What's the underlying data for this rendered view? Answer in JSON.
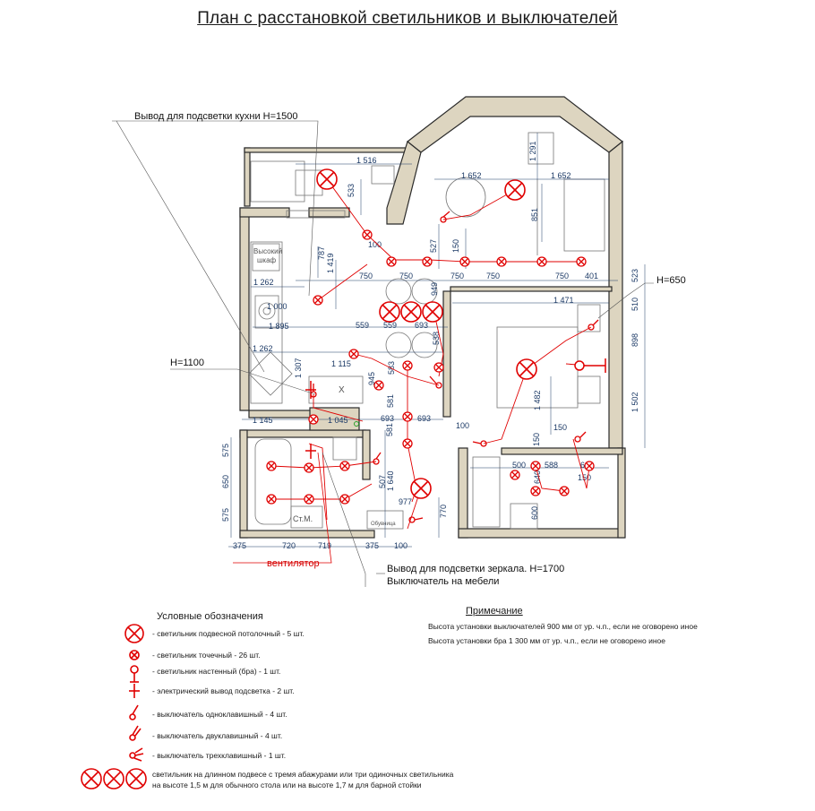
{
  "title": "План с расстановкой светильников и выключателей",
  "callouts": {
    "kitchen_light_output": "Вывод для подсветки кухни Н=1500",
    "h650": "Н=650",
    "h1100": "Н=1100",
    "mirror_output": "Вывод для подсветки зеркала. Н=1700",
    "furniture_switch": "Выключатель на мебели",
    "fan": "вентилятор"
  },
  "room_labels": {
    "tall_cabinet_1": "Высокий",
    "tall_cabinet_2": "шкаф",
    "washer": "Ст.М.",
    "shoes": "Обувница",
    "cross": "Х"
  },
  "dimensions": [
    "1 516",
    "533",
    "1 652",
    "1 652",
    "1 291",
    "851",
    "100",
    "527",
    "150",
    "787",
    "1 419",
    "750",
    "750",
    "949",
    "750",
    "750",
    "750",
    "401",
    "523",
    "1 262",
    "1 471",
    "510",
    "1 000",
    "559",
    "559",
    "693",
    "1 895",
    "538",
    "898",
    "1 262",
    "1 115",
    "583",
    "945",
    "1 307",
    "581",
    "1 482",
    "1 502",
    "1 145",
    "1 045",
    "693",
    "693",
    "100",
    "150",
    "150",
    "575",
    "500",
    "588",
    "603",
    "650",
    "581",
    "1 640",
    "150",
    "640",
    "600",
    "507",
    "977",
    "770",
    "575",
    "375",
    "720",
    "719",
    "375",
    "100"
  ],
  "legend": {
    "title": "Условные обозначения",
    "items": [
      "- светильник подвесной потолочный - 5 шт.",
      "- светильник точечный - 26 шт.",
      "- светильник настенный (бра) - 1 шт.",
      "- электрический вывод подсветка - 2 шт.",
      "- выключатель одноклавишный - 4 шт.",
      "- выключатель двуклавишный - 4 шт.",
      "- выключатель трехклавишный - 1 шт."
    ],
    "triple_1": "светильник на длинном подвесе с тремя абажурами или три одиночных светильника",
    "triple_2": "на высоте 1,5 м для обычного стола или на высоте 1,7 м для барной стойки"
  },
  "notes": {
    "title": "Примечание",
    "line1": "Высота установки выключателей 900 мм от ур. ч.п., если не оговорено иное",
    "line2": "Высота установки бра 1 300 мм от ур. ч.п., если не  оговорено иное"
  },
  "colors": {
    "wall": "#ddd5c0",
    "wall_stroke": "#2a2a2a",
    "red": "#e00000",
    "dim": "#1c3a66"
  }
}
